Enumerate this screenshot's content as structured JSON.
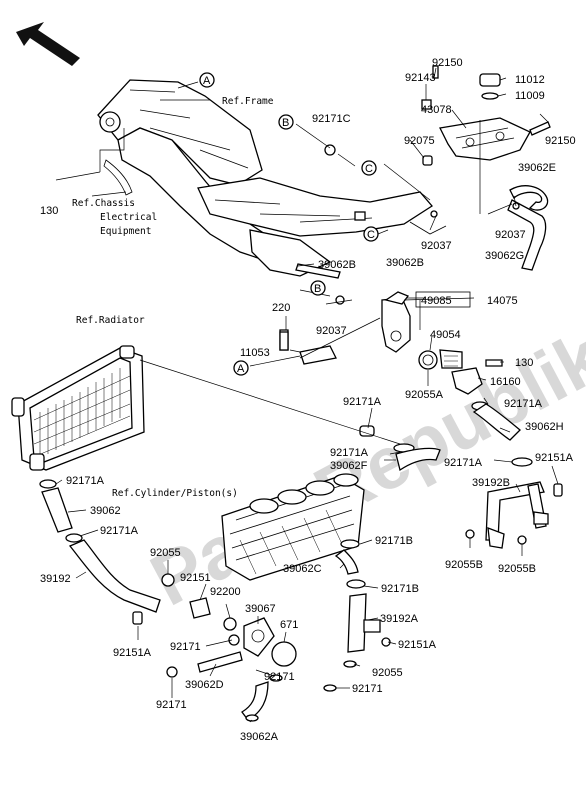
{
  "watermark": "PartsRepublik",
  "refs": {
    "frame": "Ref.Frame",
    "chassis_1": "Ref.Chassis",
    "chassis_2": "Electrical",
    "chassis_3": "Equipment",
    "radiator": "Ref.Radiator",
    "cylinder": "Ref.Cylinder/Piston(s)"
  },
  "callouts": {
    "A": "A",
    "B": "B",
    "C": "C"
  },
  "parts": {
    "p92150_top": "92150",
    "p92143": "92143",
    "p11012": "11012",
    "p11009": "11009",
    "p43078": "43078",
    "p92150_right": "92150",
    "p92171c": "92171C",
    "p92075": "92075",
    "p39062e": "39062E",
    "p130_left": "130",
    "p92037_right": "92037",
    "p92037_mid": "92037",
    "p39062b_low": "39062B",
    "p39062g": "39062G",
    "p39062b_up": "39062B",
    "p220": "220",
    "p49085": "49085",
    "p14075": "14075",
    "p92037_low": "92037",
    "p11053": "11053",
    "p49054": "49054",
    "p130_right": "130",
    "p16160": "16160",
    "p92055a": "92055A",
    "p92171a_c": "92171A",
    "p92171a_r1": "92171A",
    "p39062h": "39062H",
    "p92171a_c2": "92171A",
    "p39062f": "39062F",
    "p92171a_r2": "92171A",
    "p92151a_r": "92151A",
    "p39192b": "39192B",
    "p92171a_l1": "92171A",
    "p39062_l": "39062",
    "p92171a_l2": "92171A",
    "p92171b_1": "92171B",
    "p92055_l": "92055",
    "p39062c": "39062C",
    "p92055b_1": "92055B",
    "p92055b_2": "92055B",
    "p39192": "39192",
    "p92151": "92151",
    "p92200": "92200",
    "p39067": "39067",
    "p92171b_2": "92171B",
    "p39192a": "39192A",
    "p671": "671",
    "p92151a_m": "92151A",
    "p92151a_l": "92151A",
    "p92171_1": "92171",
    "p92171_2": "92171",
    "p92055_m": "92055",
    "p39062d": "39062D",
    "p92171_3": "92171",
    "p92171_4": "92171",
    "p39062a": "39062A"
  }
}
